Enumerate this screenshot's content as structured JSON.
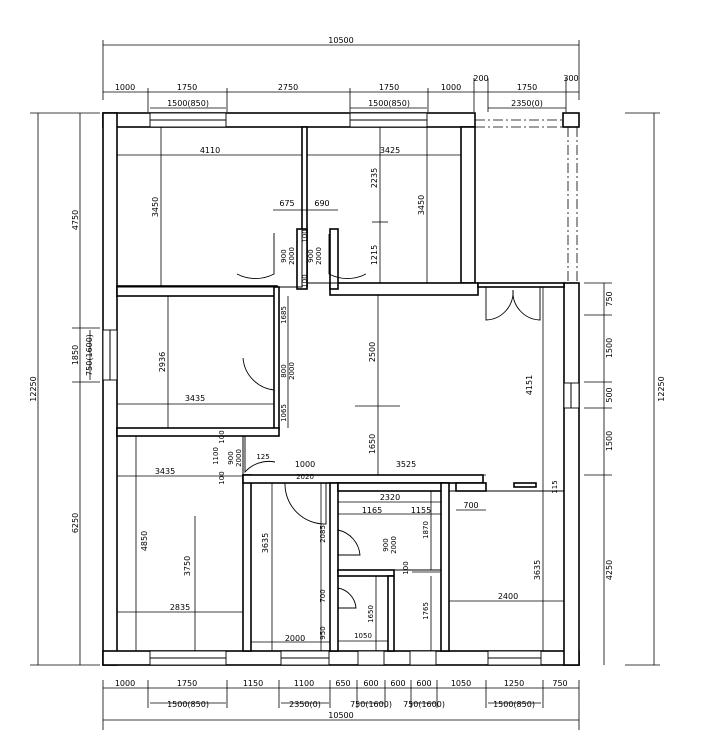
{
  "top_outer": "10500",
  "top_row": [
    "1000",
    "1750",
    "2750",
    "1750",
    "1000",
    "200",
    "1750",
    "300"
  ],
  "top_windows": [
    "1500(850)",
    "1500(850)",
    "2350(0)"
  ],
  "bottom_row": [
    "1000",
    "1750",
    "1150",
    "1100",
    "650",
    "600",
    "600",
    "600",
    "1050",
    "1250",
    "750"
  ],
  "bottom_windows": [
    "1500(850)",
    "2350(0)",
    "750(1600)",
    "750(1600)",
    "1500(850)"
  ],
  "bottom_outer": "10500",
  "left_outer": "12250",
  "left_segments": [
    "4750",
    "1850",
    "6250"
  ],
  "left_window": "750(1600)",
  "right_outer": "12250",
  "right_segments": [
    "750",
    "1500",
    "500",
    "1500",
    "4250"
  ],
  "rooms": {
    "r1_width": "4110",
    "r1_height": "3450",
    "r2_width": "3425",
    "r2_height_a": "2235",
    "r2_height_b": "3450",
    "r2_height_c": "1215",
    "door_w1": "675",
    "door_w2": "690",
    "door_a": "900",
    "door_a_h": "2000",
    "door_b": "900",
    "door_b_h": "2000",
    "gap_100a": "100",
    "gap_100b": "100",
    "r3_height": "2936",
    "r3_width": "3435",
    "r3_side_a": "1685",
    "r3_door": "800",
    "r3_door_h": "2000",
    "r3_side_b": "1065",
    "hall_a": "2500",
    "hall_b": "1650",
    "r4_width": "3435",
    "r4_100": "100",
    "r4_1100": "1100",
    "r4_900": "900",
    "r4_2000": "2000",
    "r4_100b": "100",
    "r4_125": "125",
    "r4_h_outer": "4850",
    "r4_h_inner": "3750",
    "r4_w_bottom": "2835",
    "corr_1000": "1000",
    "corr_2020": "2020",
    "corr_3525": "3525",
    "liv_h": "4151",
    "liv_115": "115",
    "bath_2320": "2320",
    "bath_700": "700",
    "bath_1165": "1165",
    "bath_1155": "1155",
    "bath_900": "900",
    "bath_2000": "2000",
    "bath_1870": "1870",
    "bath_100": "100",
    "bath_1765": "1765",
    "bath_1650": "1650",
    "bath_1050": "1050",
    "hall2_2085": "2085",
    "hall2_3635": "3635",
    "hall2_2000": "2000",
    "hall2_700": "700",
    "hall2_950": "950",
    "kit_3635": "3635",
    "kit_2400": "2400"
  }
}
